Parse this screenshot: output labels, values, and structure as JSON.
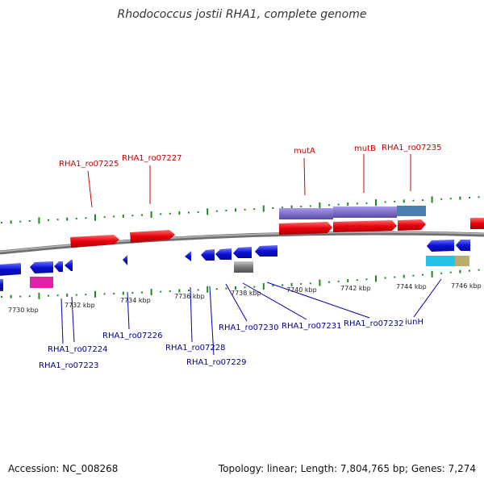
{
  "title": "Rhodococcus jostii RHA1, complete genome",
  "footer": {
    "accession": "Accession: NC_008268",
    "summary": "Topology: linear; Length: 7,804,765 bp; Genes: 7,274"
  },
  "scale_labels": [
    "7730 kbp",
    "7732 kbp",
    "7734 kbp",
    "7736 kbp",
    "7738 kbp",
    "7740 kbp",
    "7742 kbp",
    "7744 kbp",
    "7746 kbp"
  ],
  "top_gene_labels": [
    "RHA1_ro07225",
    "RHA1_ro07227",
    "mutA",
    "mutB",
    "RHA1_ro07235"
  ],
  "bottom_gene_labels": [
    "RHA1_ro07224",
    "RHA1_ro07223",
    "RHA1_ro07226",
    "RHA1_ro07228",
    "RHA1_ro07229",
    "RHA1_ro07230",
    "RHA1_ro07231",
    "RHA1_ro07232",
    "iunH"
  ],
  "colors": {
    "forward_gene": "#e8000b",
    "reverse_gene": "#0a10d8",
    "purple_feature": "#7b68c8",
    "steel_feature": "#4a7fb0",
    "cyan_feature": "#22c3e8",
    "olive_feature": "#b8ad6a",
    "magenta_feature": "#e020a8",
    "gray_feature": "#6e6e6e",
    "backbone": "#808080",
    "tick": "#1a8a1a",
    "red_label": "#cc0000",
    "blue_label": "#00008b"
  }
}
